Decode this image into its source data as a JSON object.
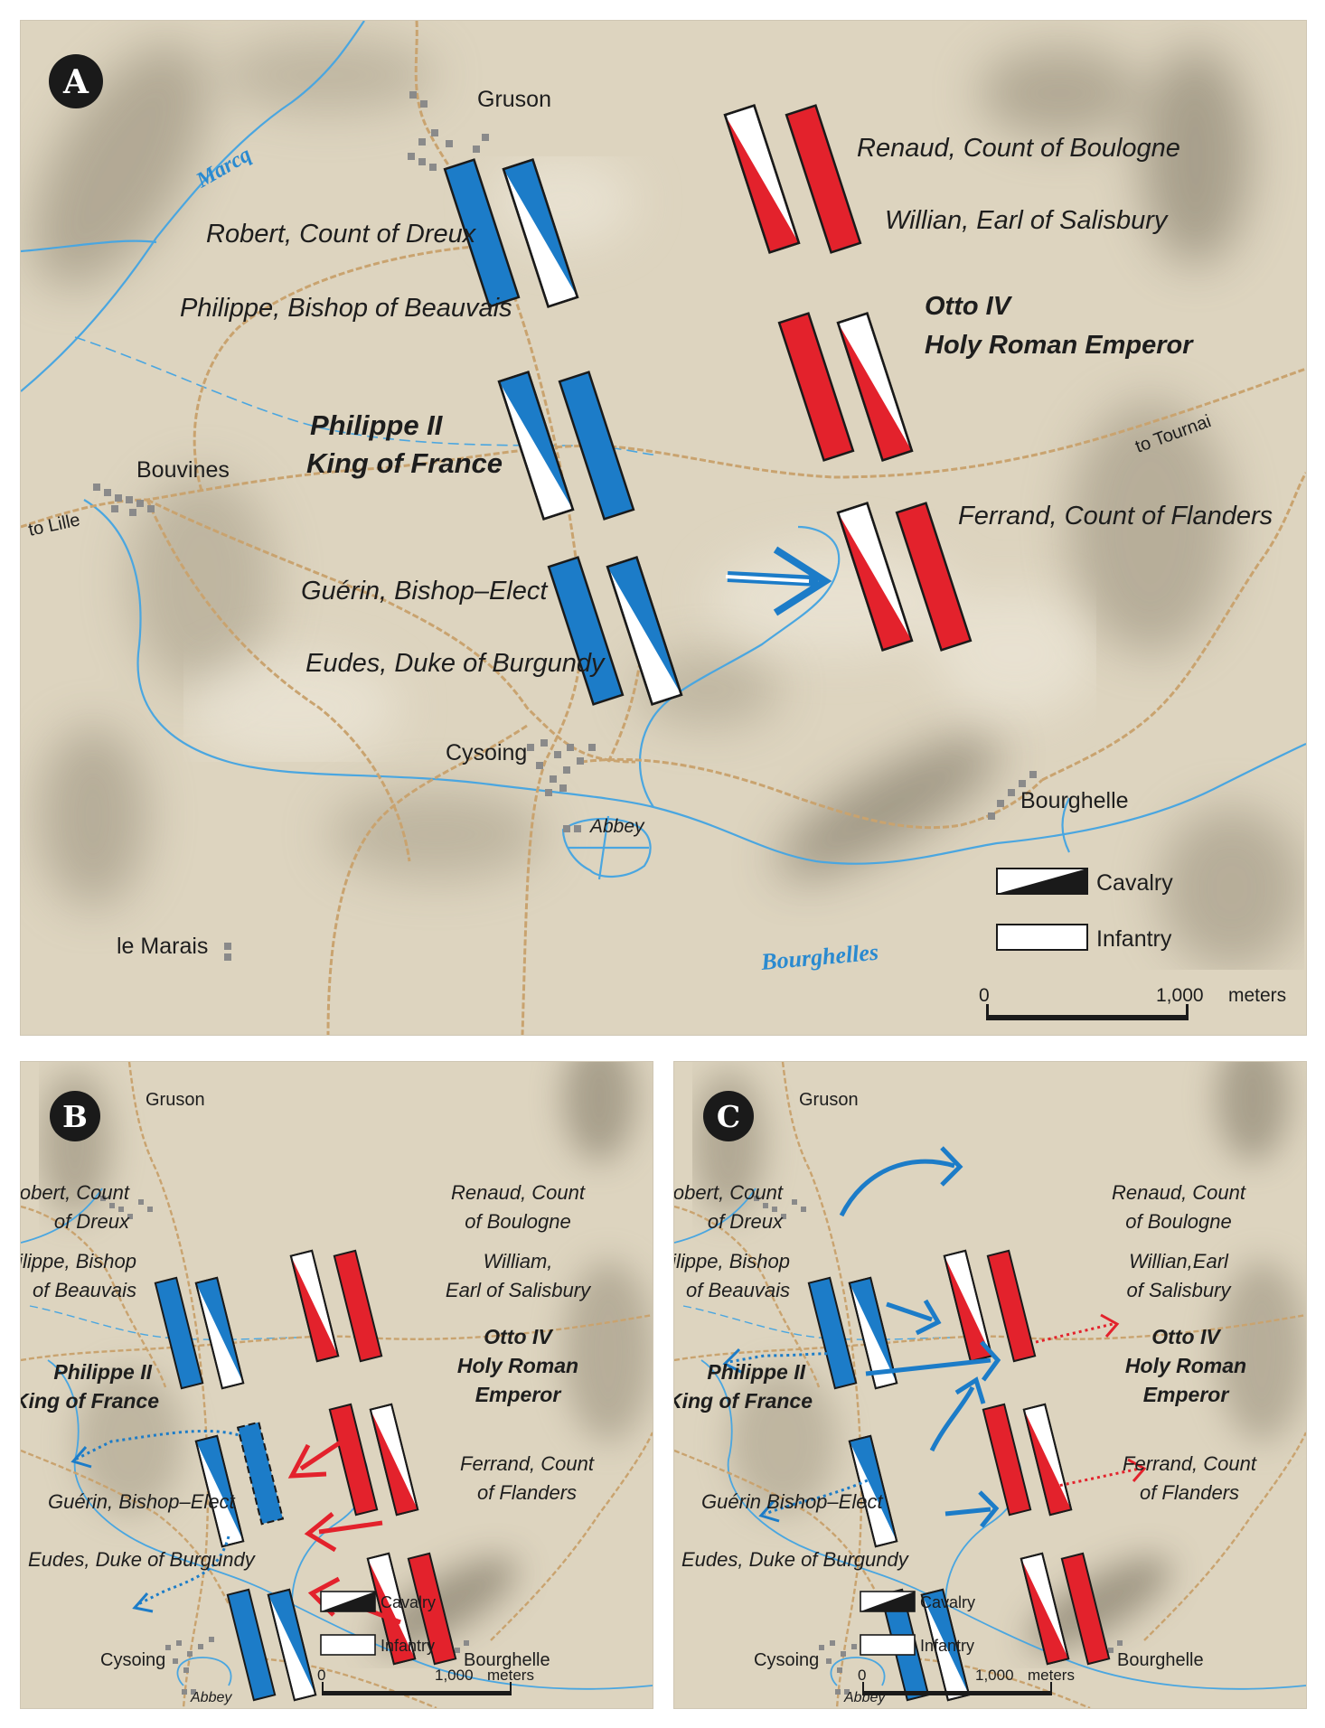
{
  "panels": {
    "a": {
      "letter": "A",
      "places": {
        "gruson": "Gruson",
        "bouvines": "Bouvines",
        "to_lille": "to Lille",
        "to_tournai": "to Tournai",
        "cysoing": "Cysoing",
        "abbey": "Abbey",
        "bourghelle": "Bourghelle",
        "le_marais": "le Marais",
        "marcq": "Marcq",
        "bourghelles": "Bourghelles"
      },
      "commanders": {
        "robert": "Robert, Count of Dreux",
        "philippe_bishop": "Philippe, Bishop of Beauvais",
        "king_1": "Philippe II",
        "king_2": "King of France",
        "guerin": "Guérin, Bishop–Elect",
        "eudes": "Eudes, Duke of Burgundy",
        "renaud": "Renaud, Count of Boulogne",
        "willian": "Willian, Earl of Salisbury",
        "otto_1": "Otto IV",
        "otto_2": "Holy Roman Emperor",
        "ferrand": "Ferrand, Count of Flanders"
      },
      "legend": {
        "cavalry": "Cavalry",
        "infantry": "Infantry"
      },
      "scale": {
        "zero": "0",
        "max": "1,000",
        "unit": "meters"
      }
    },
    "b": {
      "letter": "B",
      "places": {
        "gruson": "Gruson",
        "cysoing": "Cysoing",
        "abbey": "Abbey",
        "bourghelle": "Bourghelle"
      },
      "commanders": {
        "robert_1": "Robert, Count",
        "robert_2": "of Dreux",
        "philippe_1": "Philippe, Bishop",
        "philippe_2": "of Beauvais",
        "king_1": "Philippe II",
        "king_2": "King of France",
        "guerin": "Guérin, Bishop–Elect",
        "eudes": "Eudes,  Duke of Burgundy",
        "renaud_1": "Renaud, Count",
        "renaud_2": "of Boulogne",
        "william_1": "William,",
        "william_2": "Earl of Salisbury",
        "otto_1": "Otto IV",
        "otto_2": "Holy Roman",
        "otto_3": "Emperor",
        "ferrand_1": "Ferrand, Count",
        "ferrand_2": "of Flanders"
      },
      "legend": {
        "cavalry": "Cavalry",
        "infantry": "Infantry"
      },
      "scale": {
        "zero": "0",
        "max": "1,000",
        "unit": "meters"
      }
    },
    "c": {
      "letter": "C",
      "places": {
        "gruson": "Gruson",
        "cysoing": "Cysoing",
        "abbey": "Abbey",
        "bourghelle": "Bourghelle"
      },
      "commanders": {
        "robert_1": "Robert, Count",
        "robert_2": "of Dreux",
        "philippe_1": "Philippe, Bishop",
        "philippe_2": "of Beauvais",
        "king_1": "Philippe II",
        "king_2": "King of France",
        "guerin": "Guérin Bishop–Elect",
        "eudes": "Eudes, Duke of Burgundy",
        "renaud_1": "Renaud, Count",
        "renaud_2": "of Boulogne",
        "willian_1": "Willian,Earl",
        "willian_2": "of Salisbury",
        "otto_1": "Otto IV",
        "otto_2": "Holy Roman",
        "otto_3": "Emperor",
        "ferrand_1": "Ferrand, Count",
        "ferrand_2": "of Flanders"
      },
      "legend": {
        "cavalry": "Cavalry",
        "infantry": "Infantry"
      },
      "scale": {
        "zero": "0",
        "max": "1,000",
        "unit": "meters"
      }
    }
  },
  "colors": {
    "french": "#1c7cc8",
    "allied": "#e3222c",
    "terrain": "#ddd4bf",
    "road": "#c9a36f",
    "water": "#4aa6e0",
    "badge": "#1a1a1a"
  }
}
